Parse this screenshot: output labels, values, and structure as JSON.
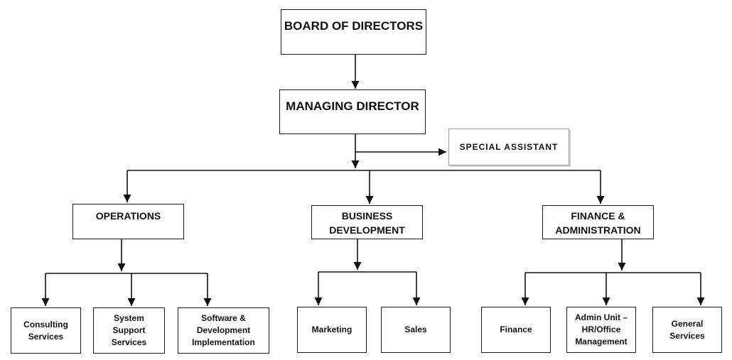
{
  "org_chart": {
    "board": "BOARD OF DIRECTORS",
    "managing_director": "MANAGING DIRECTOR",
    "special_assistant": "SPECIAL ASSISTANT",
    "divisions": {
      "operations": {
        "label": "OPERATIONS",
        "units": [
          "Consulting\nServices",
          "System\nSupport\nServices",
          "Software &\nDevelopment\nImplementation"
        ]
      },
      "business_development": {
        "label": "BUSINESS\nDEVELOPMENT",
        "units": [
          "Marketing",
          "Sales"
        ]
      },
      "finance_administration": {
        "label": "FINANCE &\nADMINISTRATION",
        "units": [
          "Finance",
          "Admin Unit –\nHR/Office\nManagement",
          "General\nServices"
        ]
      }
    }
  }
}
